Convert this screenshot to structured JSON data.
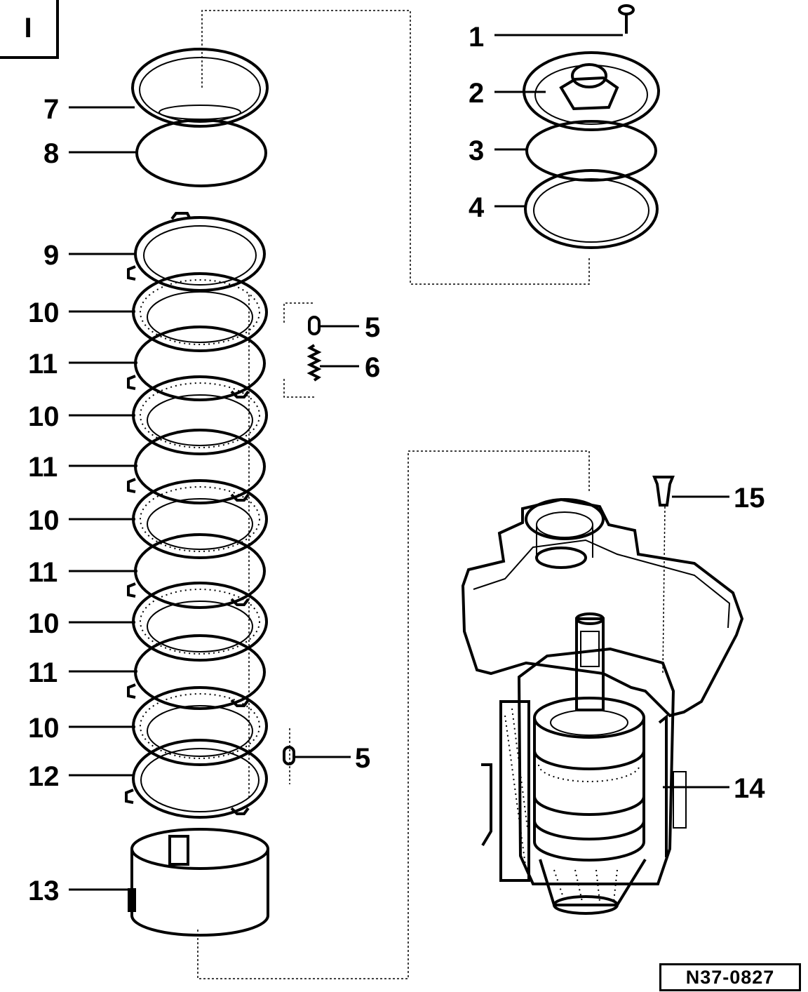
{
  "view_marker": "I",
  "reference_code": "N37-0827",
  "callouts": {
    "c1": "1",
    "c2": "2",
    "c3": "3",
    "c4": "4",
    "c5a": "5",
    "c6": "6",
    "c5b": "5",
    "c7": "7",
    "c8": "8",
    "c9": "9",
    "c10a": "10",
    "c11a": "11",
    "c10b": "10",
    "c11b": "11",
    "c10c": "10",
    "c11c": "11",
    "c10d": "10",
    "c11d": "11",
    "c10e": "10",
    "c12": "12",
    "c13": "13",
    "c14": "14",
    "c15": "15"
  }
}
